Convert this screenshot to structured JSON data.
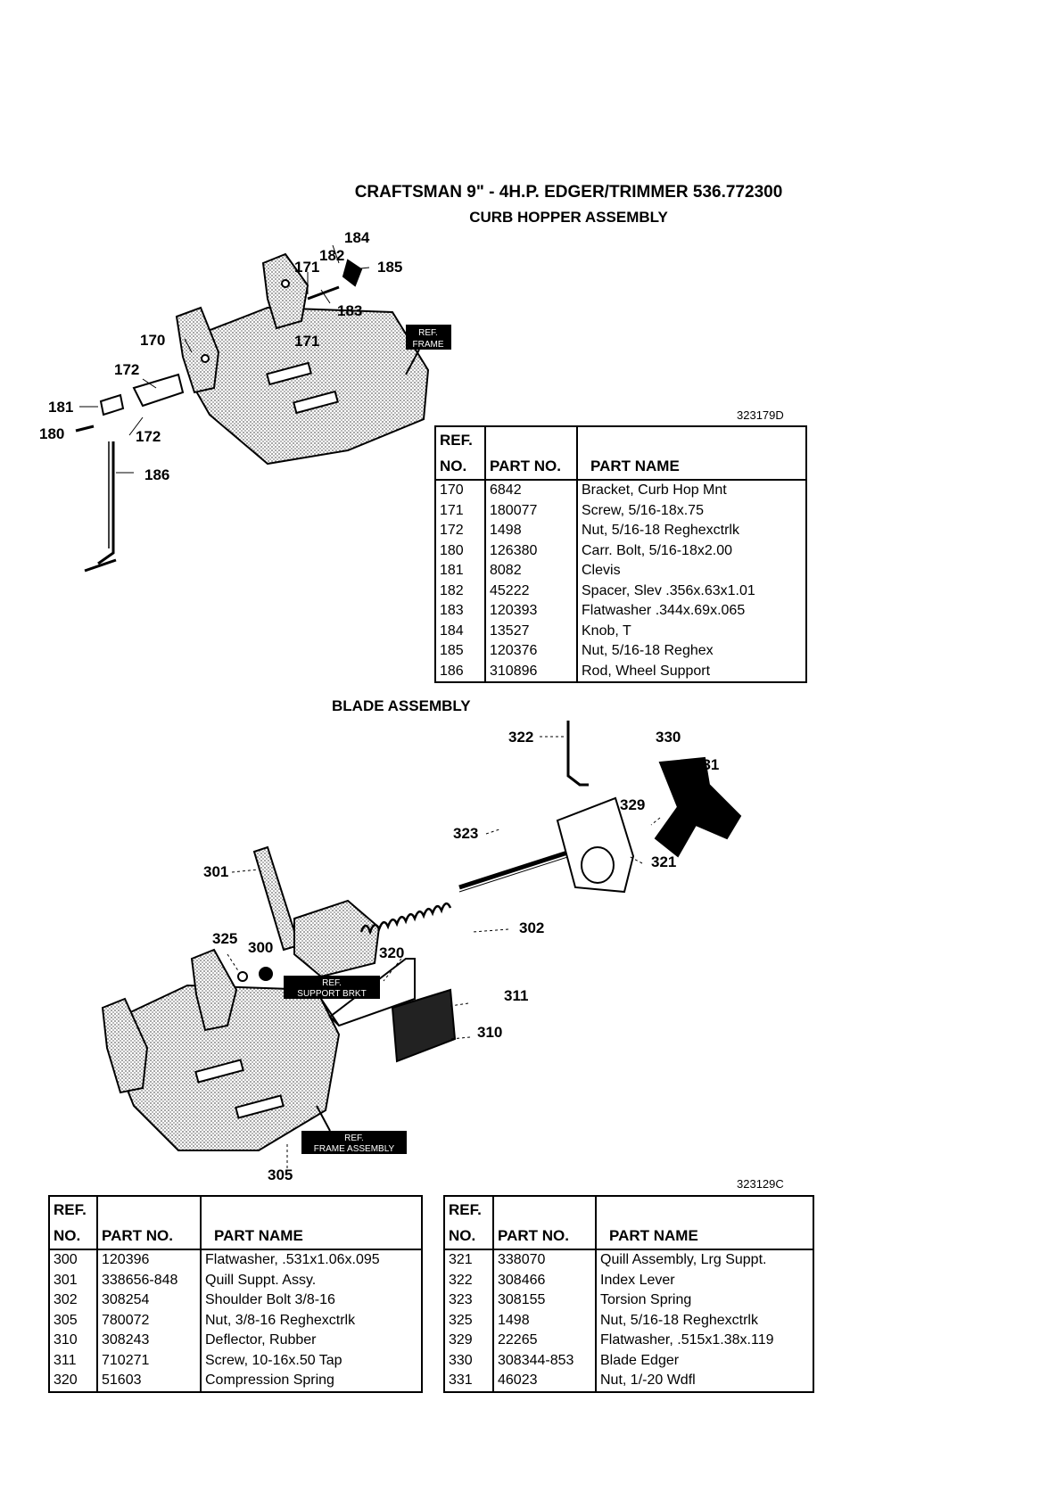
{
  "main_title": "CRAFTSMAN 9\" - 4H.P. EDGER/TRIMMER 536.772300",
  "curb_hopper": {
    "title": "CURB HOPPER ASSEMBLY",
    "diagram_code": "323179D",
    "callouts": [
      "184",
      "182",
      "171",
      "185",
      "183",
      "171",
      "170",
      "172",
      "181",
      "180",
      "172",
      "186"
    ],
    "ref_box": [
      "REF.",
      "FRAME"
    ],
    "table": {
      "headers": {
        "ref": [
          "REF.",
          "NO."
        ],
        "part_no": "PART NO.",
        "part_name": "PART NAME"
      },
      "rows": [
        [
          "170",
          "6842",
          "Bracket, Curb Hop Mnt"
        ],
        [
          "171",
          "180077",
          "Screw, 5/16-18x.75"
        ],
        [
          "172",
          "1498",
          "Nut, 5/16-18 Reghexctrlk"
        ],
        [
          "180",
          "126380",
          "Carr. Bolt, 5/16-18x2.00"
        ],
        [
          "181",
          "8082",
          "Clevis"
        ],
        [
          "182",
          "45222",
          "Spacer, Slev .356x.63x1.01"
        ],
        [
          "183",
          "120393",
          "Flatwasher .344x.69x.065"
        ],
        [
          "184",
          "13527",
          "Knob, T"
        ],
        [
          "185",
          "120376",
          "Nut, 5/16-18 Reghex"
        ],
        [
          "186",
          "310896",
          "Rod, Wheel Support"
        ]
      ]
    }
  },
  "blade": {
    "title": "BLADE ASSEMBLY",
    "diagram_code": "323129C",
    "callouts": [
      "322",
      "330",
      "331",
      "329",
      "323",
      "321",
      "301",
      "302",
      "325",
      "300",
      "320",
      "311",
      "310",
      "305"
    ],
    "ref_box_support": [
      "REF.",
      "SUPPORT BRKT"
    ],
    "ref_box_frame": [
      "REF.",
      "FRAME ASSEMBLY"
    ],
    "table_left": {
      "headers": {
        "ref": [
          "REF.",
          "NO."
        ],
        "part_no": "PART NO.",
        "part_name": "PART NAME"
      },
      "rows": [
        [
          "300",
          "120396",
          "Flatwasher, .531x1.06x.095"
        ],
        [
          "301",
          "338656-848",
          "Quill Suppt. Assy."
        ],
        [
          "302",
          "308254",
          "Shoulder Bolt 3/8-16"
        ],
        [
          "305",
          "780072",
          "Nut, 3/8-16 Reghexctrlk"
        ],
        [
          "310",
          "308243",
          "Deflector, Rubber"
        ],
        [
          "311",
          "710271",
          "Screw, 10-16x.50 Tap"
        ],
        [
          "320",
          "51603",
          "Compression Spring"
        ]
      ]
    },
    "table_right": {
      "headers": {
        "ref": [
          "REF.",
          "NO."
        ],
        "part_no": "PART NO.",
        "part_name": "PART NAME"
      },
      "rows": [
        [
          "321",
          "338070",
          "Quill Assembly, Lrg Suppt."
        ],
        [
          "322",
          "308466",
          "Index Lever"
        ],
        [
          "323",
          "308155",
          "Torsion Spring"
        ],
        [
          "325",
          "1498",
          "Nut, 5/16-18 Reghexctrlk"
        ],
        [
          "329",
          "22265",
          "Flatwasher, .515x1.38x.119"
        ],
        [
          "330",
          "308344-853",
          "Blade Edger"
        ],
        [
          "331",
          "46023",
          "Nut, 1/-20 Wdfl"
        ]
      ]
    }
  }
}
